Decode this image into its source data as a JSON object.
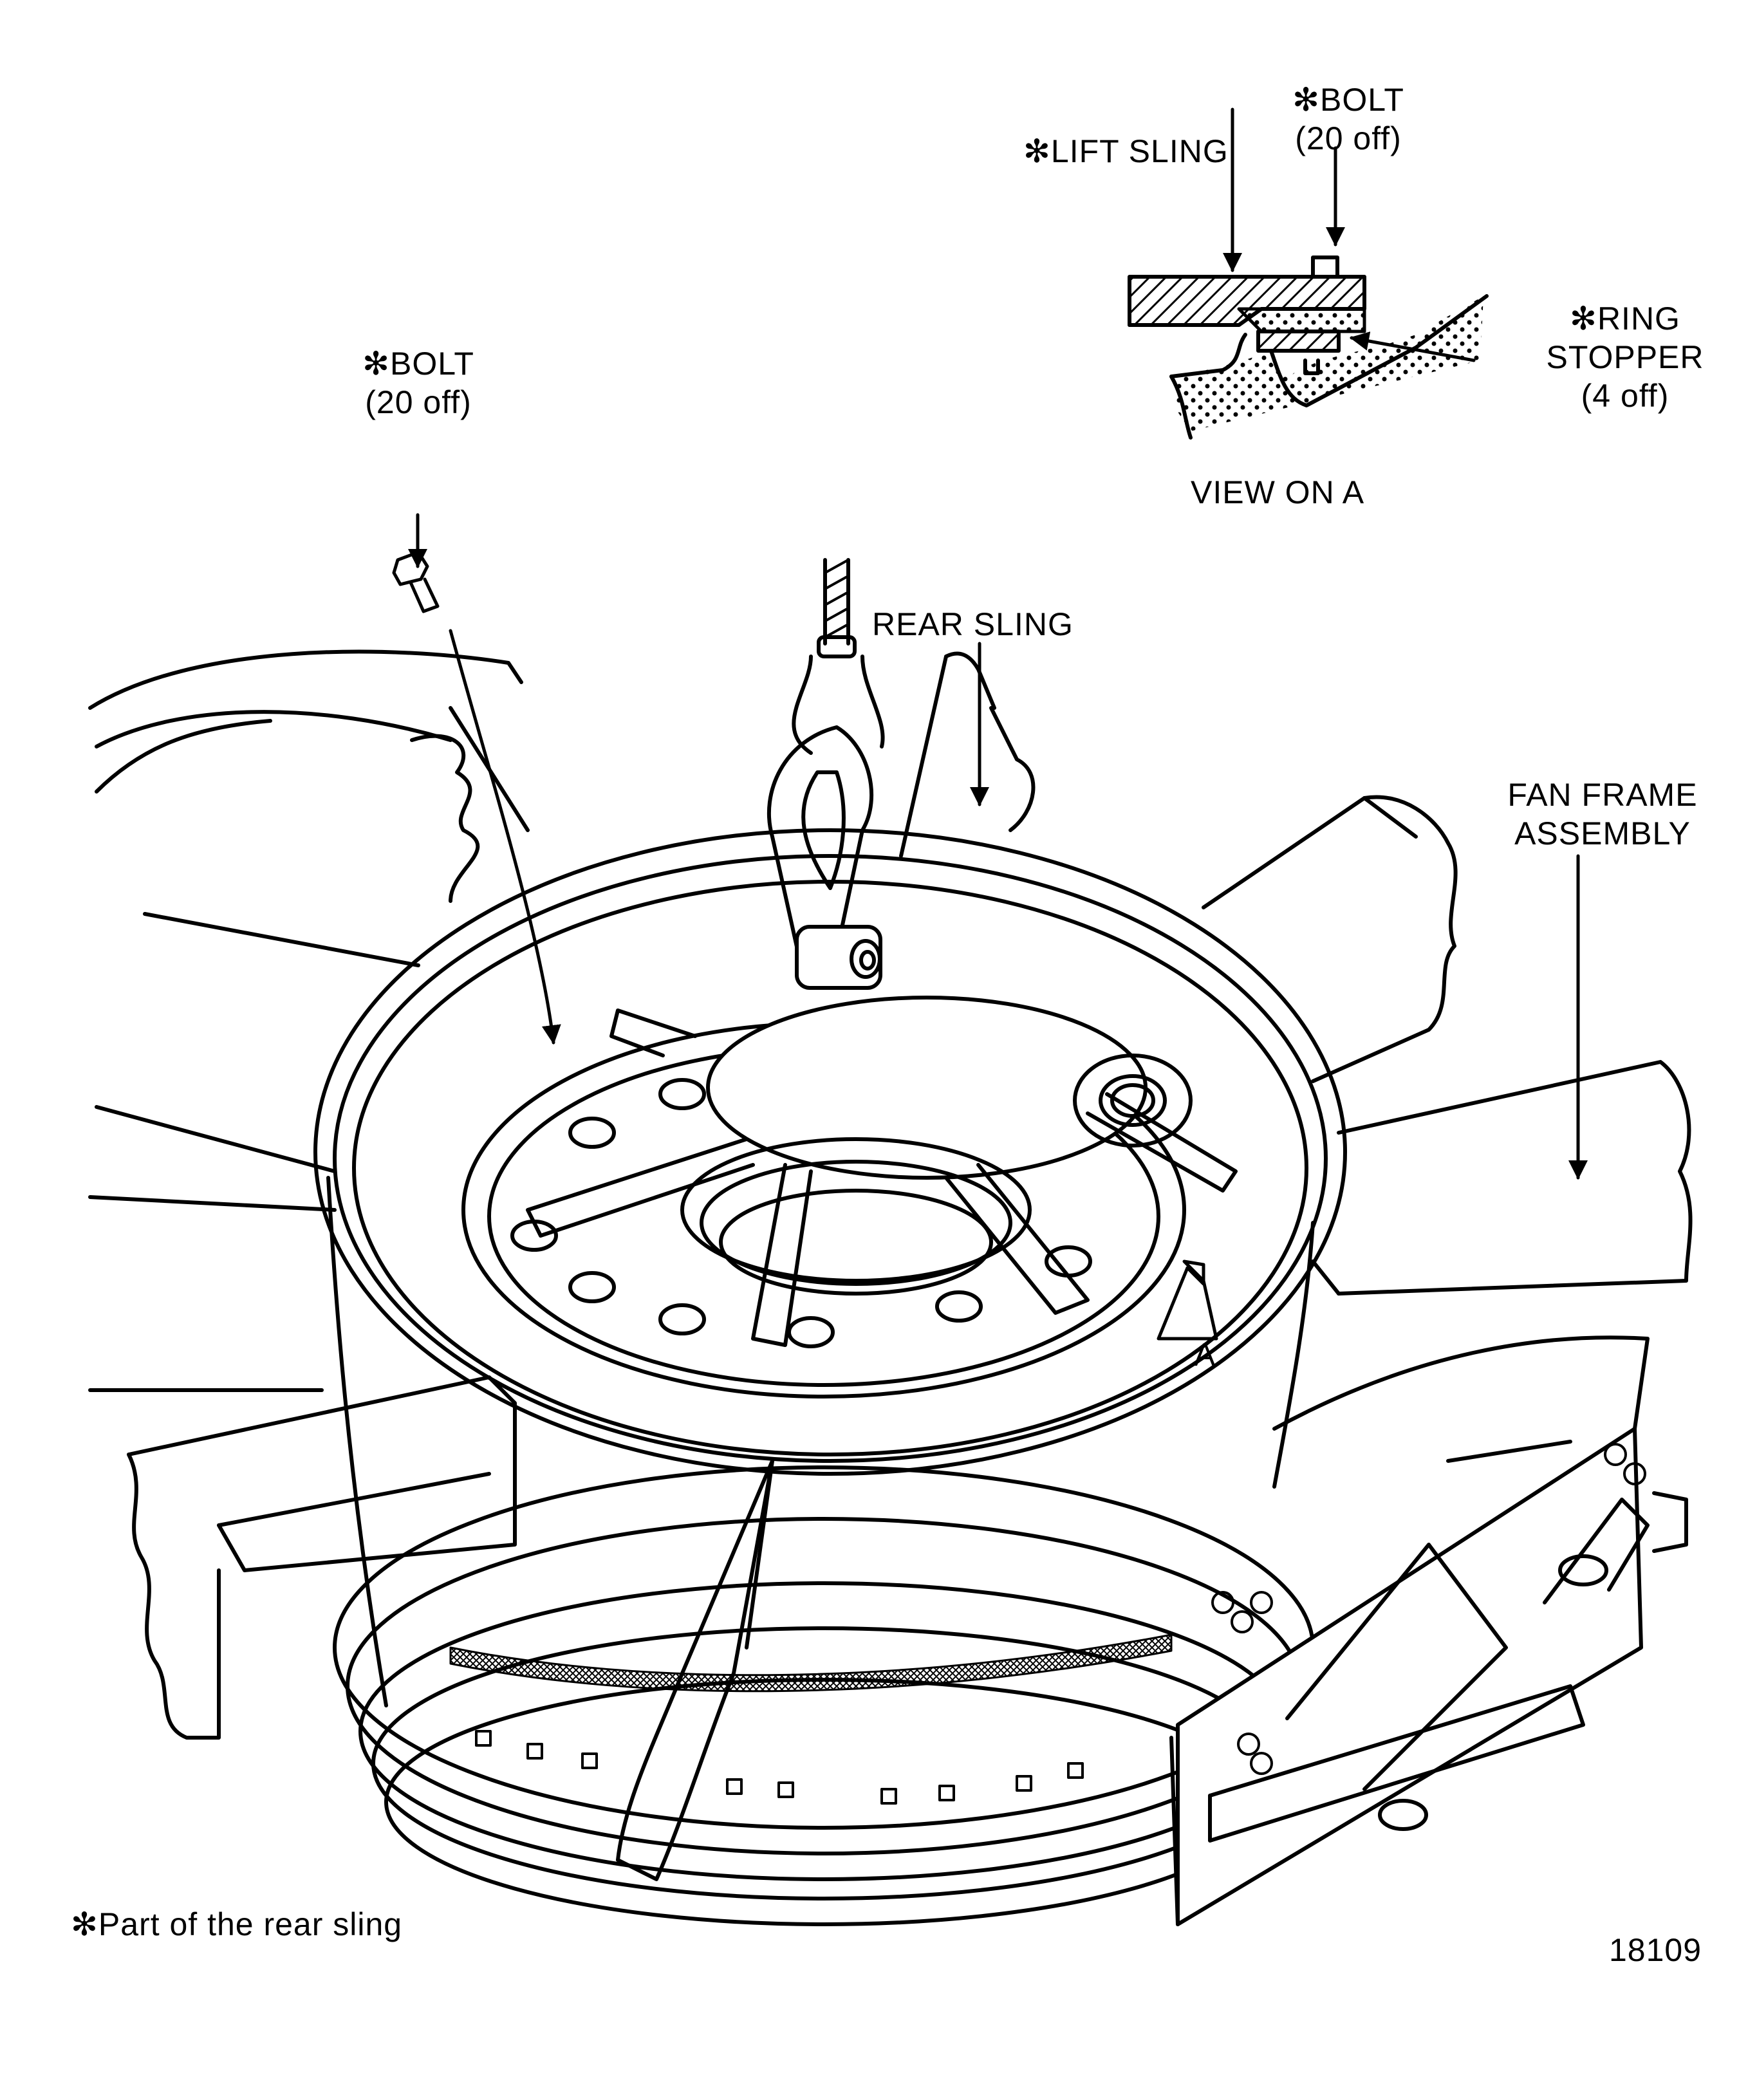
{
  "figure": {
    "number": "18109",
    "footnote": "✻Part of the rear sling",
    "colors": {
      "ink": "#000000",
      "paper": "#ffffff"
    }
  },
  "callouts": {
    "bolt_main": {
      "line1": "✻BOLT",
      "line2": "(20 off)"
    },
    "rear_sling": {
      "text": "REAR SLING"
    },
    "fan_frame": {
      "line1": "FAN  FRAME",
      "line2": "ASSEMBLY"
    },
    "view_marker": {
      "text": "A"
    }
  },
  "inset": {
    "title": "VIEW ON A",
    "lift_sling": "✻LIFT SLING",
    "bolt": {
      "line1": "✻BOLT",
      "line2": "(20 off)"
    },
    "ring_stopper": {
      "line1": "✻RING",
      "line2": "STOPPER",
      "line3": "(4 off)"
    }
  }
}
